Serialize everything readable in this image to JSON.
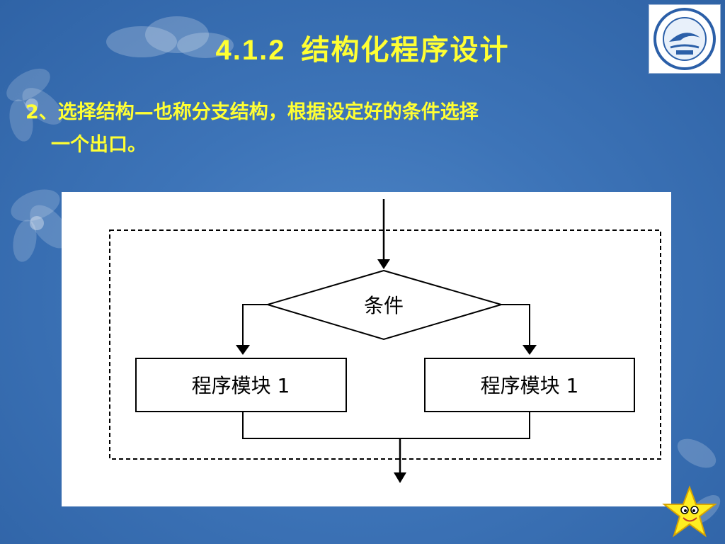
{
  "slide": {
    "title_number": "4.1.2",
    "title_text": "结构化程序设计",
    "subtitle_line1": "2、选择结构—也称分支结构，根据设定好的条件选择",
    "subtitle_line2": "一个出口。"
  },
  "diagram": {
    "condition_label": "条件",
    "left_block_label": "程序模块 1",
    "right_block_label": "程序模块 1"
  },
  "colors": {
    "background": "#3d74b8",
    "title": "#ffff33",
    "diagram_line": "#000000",
    "panel": "#ffffff"
  },
  "icons": [
    "school-logo-icon",
    "cartoon-star-icon",
    "flower-decoration-icon"
  ]
}
